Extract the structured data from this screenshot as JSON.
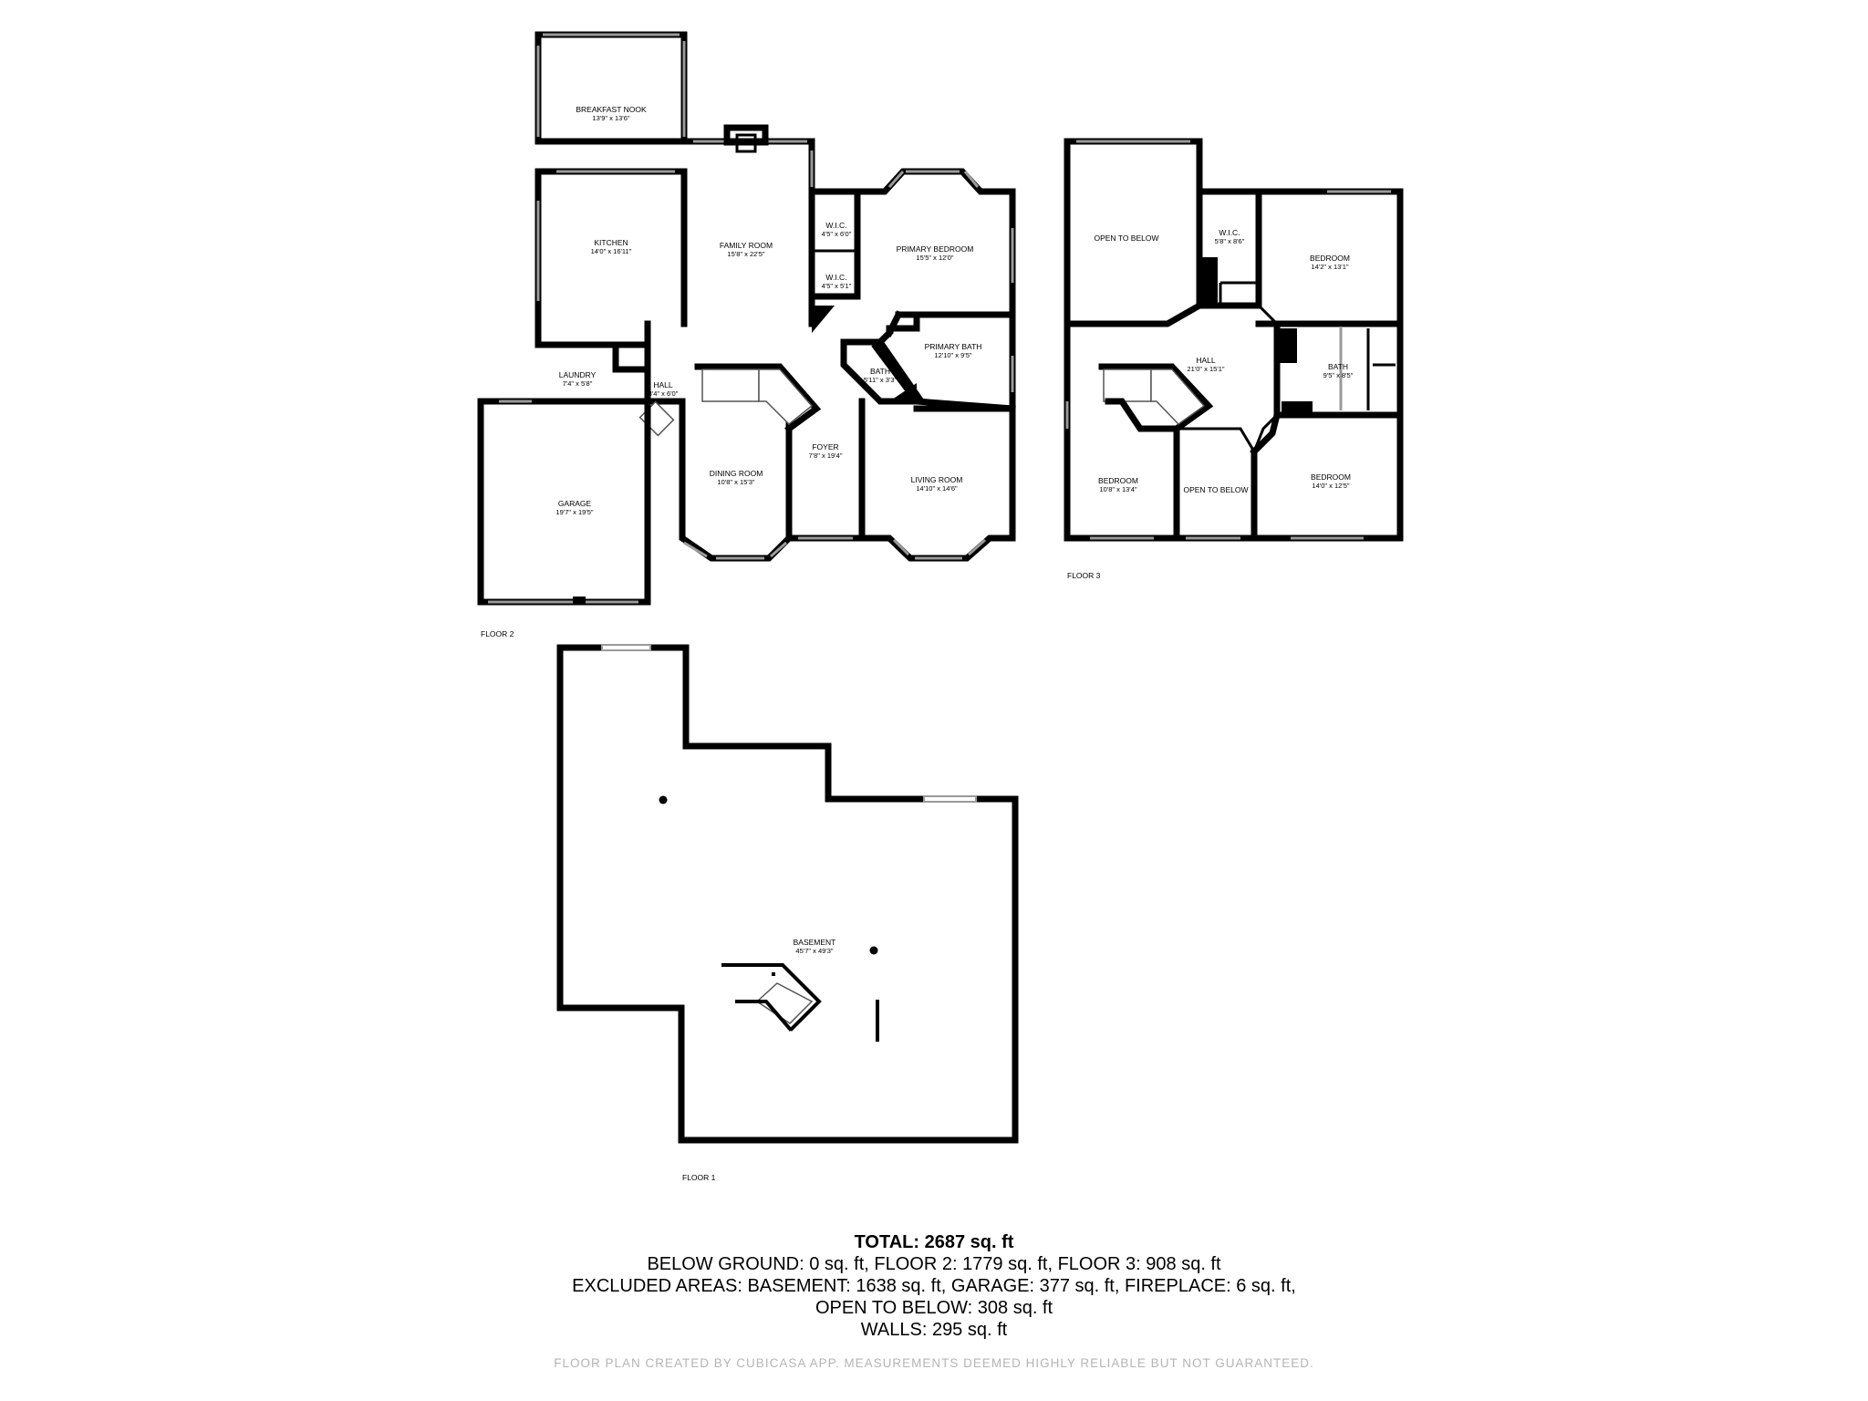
{
  "floors": [
    {
      "label": "FLOOR 2",
      "rooms": [
        {
          "name": "BREAKFAST NOOK",
          "dim": "13'9\" x 13'6\""
        },
        {
          "name": "KITCHEN",
          "dim": "14'0\" x 16'11\""
        },
        {
          "name": "FAMILY ROOM",
          "dim": "15'8\" x 22'5\""
        },
        {
          "name": "W.I.C.",
          "dim": "4'5\" x 6'0\""
        },
        {
          "name": "W.I.C.",
          "dim": "4'5\" x 5'1\""
        },
        {
          "name": "PRIMARY BEDROOM",
          "dim": "15'5\" x 12'0\""
        },
        {
          "name": "PRIMARY BATH",
          "dim": "12'10\" x 9'5\""
        },
        {
          "name": "BATH",
          "dim": "5'11\" x 3'3\""
        },
        {
          "name": "LAUNDRY",
          "dim": "7'4\" x 5'8\""
        },
        {
          "name": "HALL",
          "dim": "8'4\" x 6'0\""
        },
        {
          "name": "DINING ROOM",
          "dim": "10'8\" x 15'3\""
        },
        {
          "name": "FOYER",
          "dim": "7'8\" x 19'4\""
        },
        {
          "name": "LIVING ROOM",
          "dim": "14'10\" x 14'6\""
        },
        {
          "name": "GARAGE",
          "dim": "19'7\" x 19'5\""
        }
      ]
    },
    {
      "label": "FLOOR 3",
      "rooms": [
        {
          "name": "OPEN TO BELOW",
          "dim": ""
        },
        {
          "name": "W.I.C.",
          "dim": "5'8\" x 8'6\""
        },
        {
          "name": "BEDROOM",
          "dim": "14'2\" x 13'1\""
        },
        {
          "name": "HALL",
          "dim": "21'0\" x 15'1\""
        },
        {
          "name": "BATH",
          "dim": "9'5\" x 8'5\""
        },
        {
          "name": "BEDROOM",
          "dim": "10'8\" x 13'4\""
        },
        {
          "name": "OPEN TO BELOW",
          "dim": ""
        },
        {
          "name": "BEDROOM",
          "dim": "14'0\" x 12'5\""
        }
      ]
    },
    {
      "label": "FLOOR 1",
      "rooms": [
        {
          "name": "BASEMENT",
          "dim": "45'7\" x 49'3\""
        }
      ]
    }
  ],
  "summary": {
    "total": "TOTAL: 2687 sq. ft",
    "below_ground": "BELOW GROUND: 0 sq. ft, FLOOR 2: 1779 sq. ft, FLOOR 3: 908 sq. ft",
    "excluded": "EXCLUDED AREAS: BASEMENT: 1638 sq. ft, GARAGE: 377 sq. ft, FIREPLACE: 6 sq. ft,",
    "open_to_below": "OPEN TO BELOW: 308 sq. ft",
    "walls": "WALLS: 295 sq. ft"
  },
  "footer": "FLOOR PLAN CREATED BY CUBICASA APP. MEASUREMENTS DEEMED HIGHLY RELIABLE BUT NOT GUARANTEED."
}
